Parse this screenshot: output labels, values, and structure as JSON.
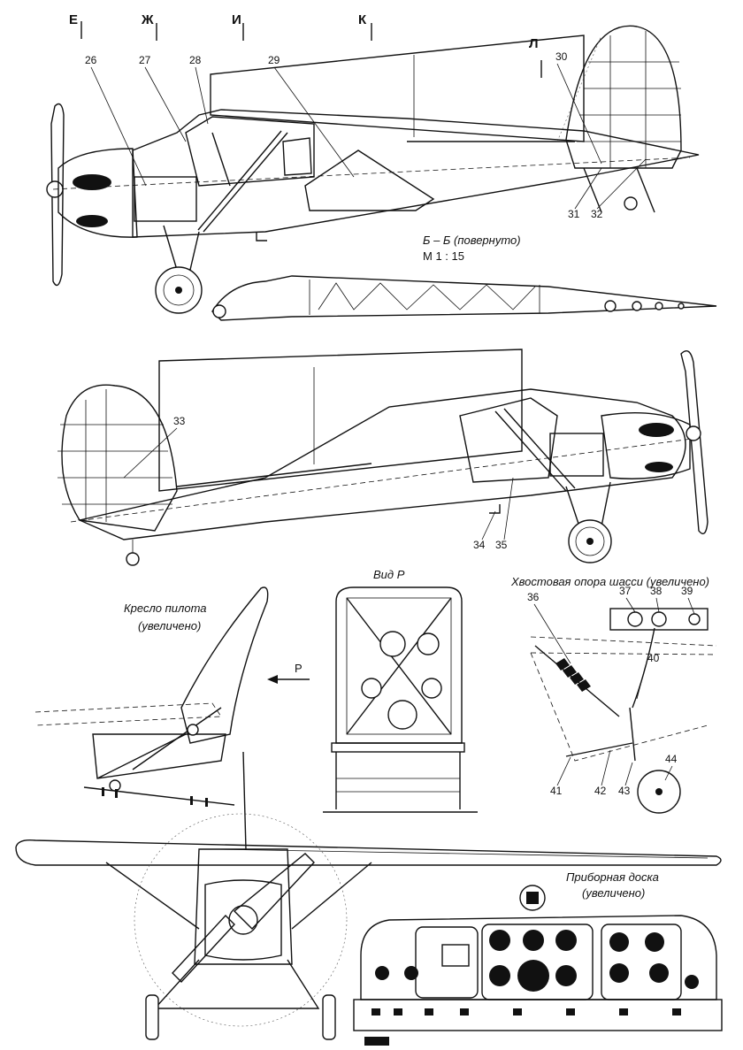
{
  "section_marks": [
    "Е",
    "Ж",
    "И",
    "К",
    "Л"
  ],
  "callouts": [
    "26",
    "27",
    "28",
    "29",
    "30",
    "31",
    "32",
    "33",
    "34",
    "35",
    "36",
    "37",
    "38",
    "39",
    "40",
    "41",
    "42",
    "43",
    "44"
  ],
  "captions": {
    "section_bb": "Б – Б  (повернуто)",
    "scale": "М 1 : 15",
    "view_p": "Вид Р",
    "arrow_p": "Р",
    "seat_line1": "Кресло пилота",
    "seat_line2": "(увеличено)",
    "tailwheel": "Хвостовая опора шасси (увеличено)",
    "panel_line1": "Приборная доска",
    "panel_line2": "(увеличено)"
  }
}
